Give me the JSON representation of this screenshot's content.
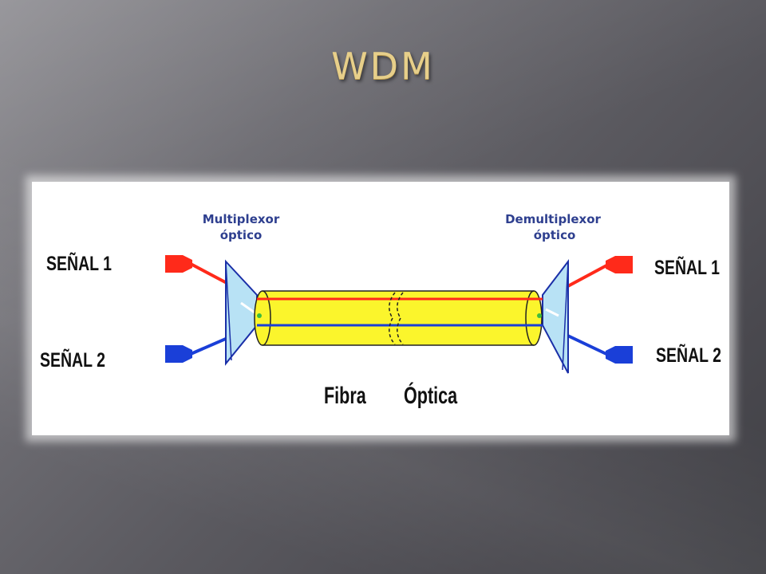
{
  "slide": {
    "title": "WDM"
  },
  "diagram": {
    "mux_label_line1": "Multiplexor",
    "mux_label_line2": "óptico",
    "demux_label_line1": "Demultiplexor",
    "demux_label_line2": "óptico",
    "left_signal_1": "SEÑAL 1",
    "left_signal_2": "SEÑAL 2",
    "right_signal_1": "SEÑAL 1",
    "right_signal_2": "SEÑAL 2",
    "fiber_label_1": "Fibra",
    "fiber_label_2": "Óptica"
  },
  "colors": {
    "signal_1": "#ff2a1a",
    "signal_2": "#1a3fd8",
    "fiber_fill": "#fbf52c",
    "prism_fill": "#b8e2f5",
    "prism_stroke": "#1a2fa8"
  }
}
